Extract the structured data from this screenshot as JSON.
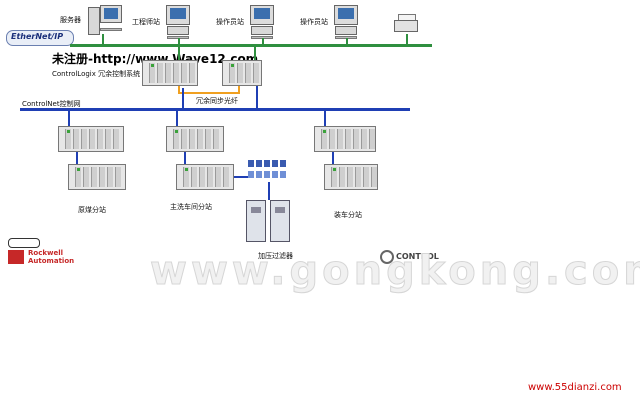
{
  "labels": {
    "server": "服务器",
    "engineering_station": "工程师站",
    "operator_station_1": "操作员站",
    "operator_station_2": "操作员站",
    "ethernet_logo": "EtherNet/IP",
    "watermark_reg": "未注册-http://www.Wave12.com",
    "controllogix_system": "ControlLogix 冗余控制系统",
    "redundancy_module": "冗余同步光纤",
    "controlnet": "ControlNet控制网",
    "substation_coal": "原煤分站",
    "substation_main": "主洗车间分站",
    "substation_loading": "装车分站",
    "filter": "加压过滤器",
    "rockwell_line1": "Rockwell",
    "rockwell_line2": "Automation",
    "control_logo": "CONTROL",
    "gongkong_watermark": "www.gongkong.com",
    "site_url": "www.55dianzi.com"
  },
  "colors": {
    "ethernet": "#2f8f3f",
    "controlnet": "#1f3fb4",
    "redundancy": "#f0a020",
    "site_url": "#cc0000"
  },
  "icons": {
    "server": "server-pc-icon",
    "workstation": "workstation-pc-icon",
    "printer": "printer-icon",
    "plc_rack": "plc-rack-icon",
    "filter_cabinet": "filter-cabinet-icon"
  }
}
